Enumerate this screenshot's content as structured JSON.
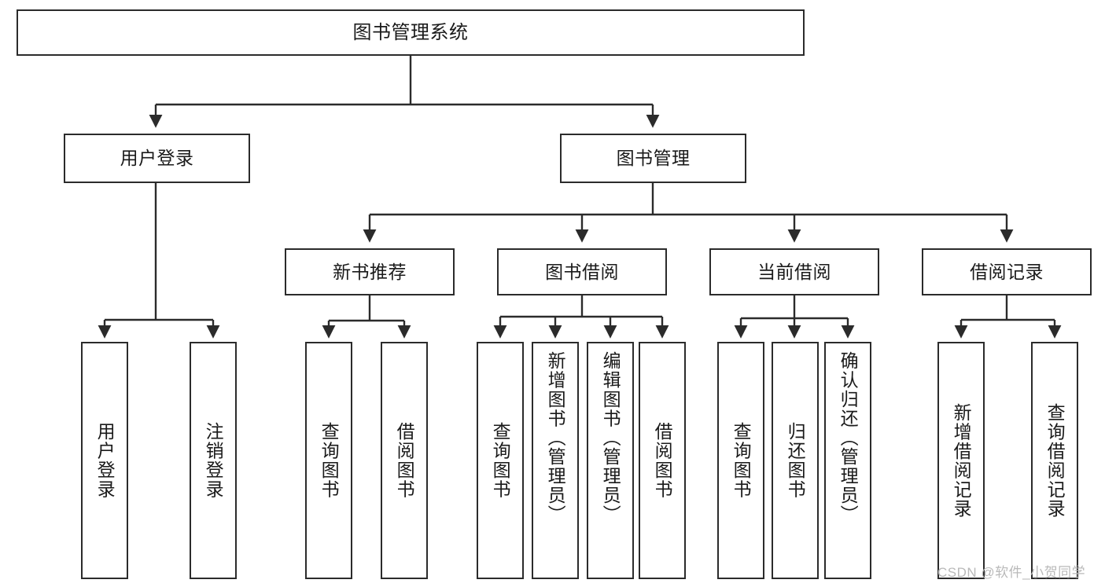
{
  "diagram": {
    "title": "图书管理系统",
    "type": "tree-hierarchy-chart",
    "line_color": "#2b2b2b",
    "box_fill": "#ffffff",
    "text_color": "#1a1a1a",
    "watermark": "CSDN @软件_小贺同学"
  },
  "nodes": {
    "root": {
      "label": "图书管理系统"
    },
    "level2": [
      {
        "label": "用户登录"
      },
      {
        "label": "图书管理"
      }
    ],
    "level3": [
      {
        "label": "新书推荐"
      },
      {
        "label": "图书借阅"
      },
      {
        "label": "当前借阅"
      },
      {
        "label": "借阅记录"
      }
    ],
    "leaves": {
      "user_login": [
        {
          "label": "用户登录"
        },
        {
          "label": "注销登录"
        }
      ],
      "new_book_recommend": [
        {
          "label": "查询图书"
        },
        {
          "label": "借阅图书"
        }
      ],
      "book_borrow": [
        {
          "label": "查询图书"
        },
        {
          "label": "新增图书（管理员）"
        },
        {
          "label": "编辑图书（管理员）"
        },
        {
          "label": "借阅图书"
        }
      ],
      "current_borrow": [
        {
          "label": "查询图书"
        },
        {
          "label": "归还图书"
        },
        {
          "label": "确认归还（管理员）"
        }
      ],
      "borrow_records": [
        {
          "label": "新增借阅记录"
        },
        {
          "label": "查询借阅记录"
        }
      ]
    }
  }
}
